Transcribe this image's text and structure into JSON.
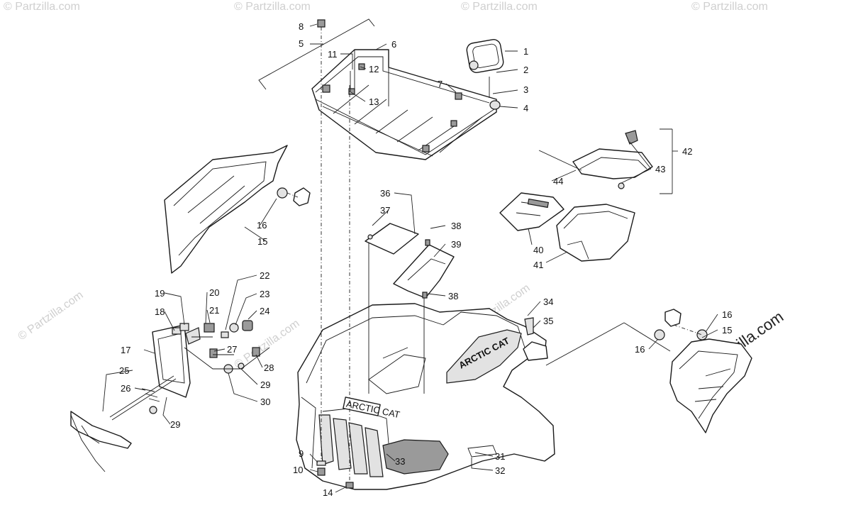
{
  "watermark": {
    "site_text": "© Partzilla.com",
    "brand_text": "© Partzilla.com",
    "logo_text": "ARCTIC CAT",
    "grille_text": "ARCTIC CAT"
  },
  "callouts": [
    "1",
    "2",
    "3",
    "4",
    "5",
    "6",
    "7",
    "8",
    "9",
    "10",
    "11",
    "12",
    "13",
    "14",
    "15",
    "16",
    "16",
    "16",
    "15",
    "17",
    "18",
    "19",
    "20",
    "21",
    "22",
    "23",
    "24",
    "25",
    "26",
    "27",
    "28",
    "29",
    "29",
    "30",
    "31",
    "32",
    "33",
    "34",
    "35",
    "36",
    "37",
    "38",
    "38",
    "39",
    "40",
    "41",
    "42",
    "43",
    "43",
    "44"
  ]
}
